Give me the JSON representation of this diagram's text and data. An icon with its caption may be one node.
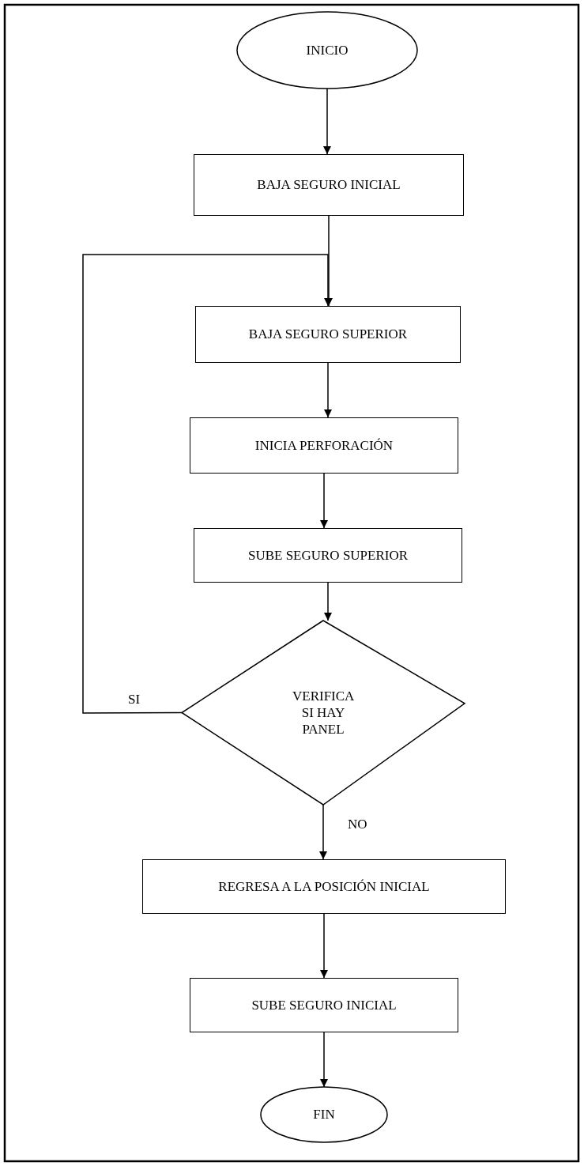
{
  "diagram": {
    "nodes": [
      {
        "text": [
          "INICIO"
        ]
      },
      {
        "text": [
          "BAJA SEGURO INICIAL"
        ]
      },
      {
        "text": [
          "BAJA SEGURO SUPERIOR"
        ]
      },
      {
        "text": [
          "INICIA PERFORACIÓN"
        ]
      },
      {
        "text": [
          "SUBE SEGURO SUPERIOR"
        ]
      },
      {
        "text": [
          "VERIFICA SI HAY PANEL"
        ]
      },
      {
        "text": [
          "REGRESA A LA POSICIÓN INICIAL"
        ]
      },
      {
        "text": [
          "SUBE SEGURO INICIAL"
        ]
      },
      {
        "text": [
          "FIN"
        ]
      }
    ],
    "edges": [
      {
        "from": 0,
        "to": 1,
        "arrow": "to"
      },
      {
        "from": 1,
        "to": 2,
        "arrow": "to"
      },
      {
        "from": 2,
        "to": 3,
        "arrow": "to"
      },
      {
        "from": 3,
        "to": 4,
        "arrow": "to"
      },
      {
        "from": 4,
        "to": 5,
        "arrow": "to"
      },
      {
        "from": 5,
        "to": 2,
        "arrow": "to",
        "label": "SI"
      },
      {
        "from": 5,
        "to": 6,
        "arrow": "to",
        "label": "NO"
      },
      {
        "from": 6,
        "to": 7,
        "arrow": "to"
      },
      {
        "from": 7,
        "to": 8,
        "arrow": "to"
      }
    ]
  }
}
